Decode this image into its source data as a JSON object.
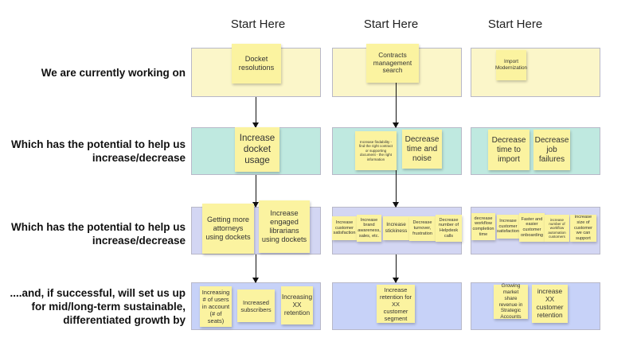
{
  "columns": [
    {
      "header": "Start Here"
    },
    {
      "header": "Start Here"
    },
    {
      "header": "Start Here"
    }
  ],
  "rows": {
    "working_on": "We are currently working on",
    "potential_1": "Which has the potential to help us increase/decrease",
    "potential_2": "Which has the potential to help us increase/decrease",
    "growth": "....and, if successful,  will set us up for mid/long-term sustainable, differentiated growth by"
  },
  "notes": {
    "c1": {
      "working": "Docket resolutions",
      "potential1": "Increase docket usage",
      "potential2": [
        "Getting more attorneys using dockets",
        "Increase engaged librarians using dockets"
      ],
      "growth": [
        "Increasing # of users in account (# of seats)",
        "Increased subscribers",
        "Increasing XX retention"
      ]
    },
    "c2": {
      "working": "Contracts management search",
      "potential1": [
        "Increase findability - find the right contract or supporting document - the right information",
        "Decrease time and noise"
      ],
      "potential2": [
        "Increase customer satisfaction",
        "Increase brand awareness, sales, etc.",
        "Increase stickiness",
        "Decrease turnover, frustration",
        "Decrease number of Helpdesk calls"
      ],
      "growth": "Increase retention for XX customer segment"
    },
    "c3": {
      "working": "Import Modernization",
      "potential1": [
        "Decrease time to import",
        "Decrease job failures"
      ],
      "potential2": [
        "decrease workflow completion time",
        "Increase customer satisfaction",
        "Faster and easier customer onboarding",
        "increase number of workflow automation customers",
        "increase size of customer we can support"
      ],
      "growth": [
        "Growing market share revenue in Strategic Accounts",
        "increase XX customer retention"
      ]
    }
  }
}
